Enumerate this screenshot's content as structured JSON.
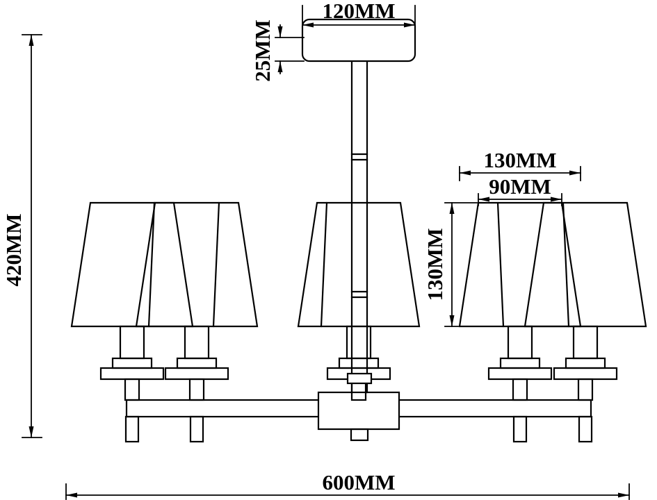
{
  "drawing": {
    "kind": "technical-dimension-drawing",
    "units": "MM",
    "colors": {
      "line": "#000000",
      "background": "#ffffff"
    },
    "dimensions": {
      "canopy_width": "120MM",
      "canopy_height": "25MM",
      "total_height": "420MM",
      "shade_bottom_width": "130MM",
      "shade_top_width": "90MM",
      "shade_height": "130MM",
      "total_width": "600MM"
    }
  }
}
